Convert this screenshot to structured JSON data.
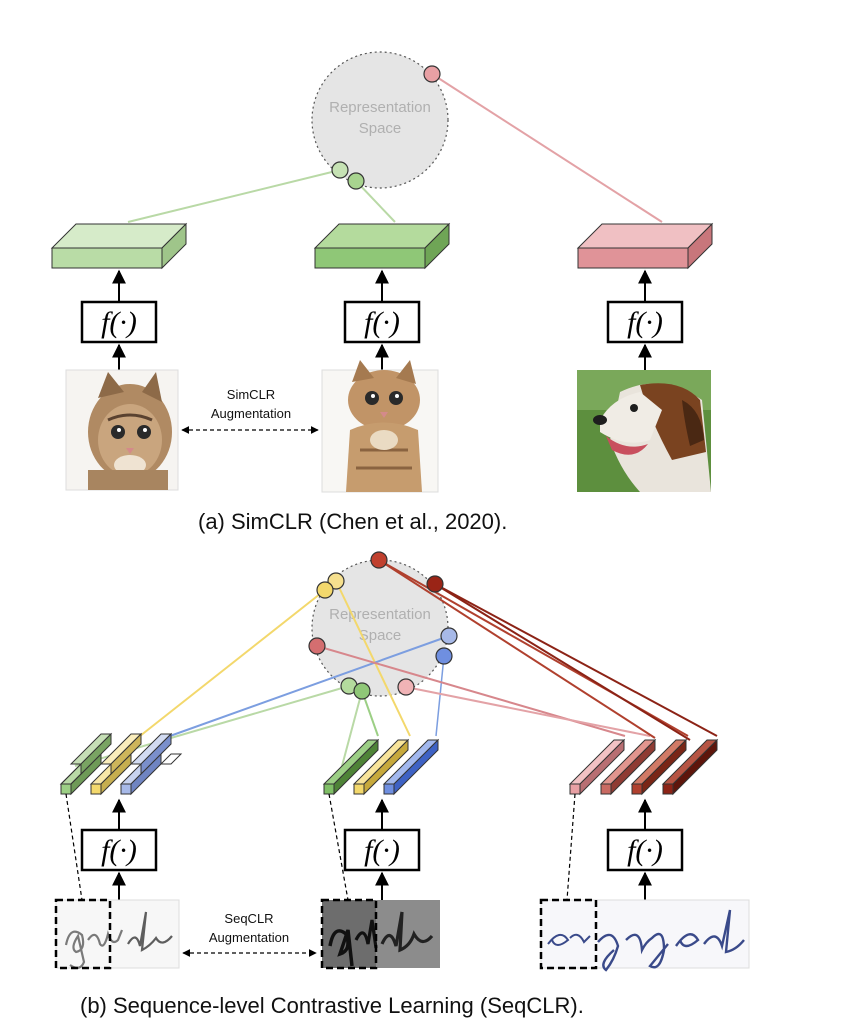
{
  "simclr": {
    "space_label_1": "Representation",
    "space_label_2": "Space",
    "augmentation_label_1": "SimCLR",
    "augmentation_label_2": "Augmentation",
    "encoder_label": "f(·)",
    "images": [
      "cat-photo",
      "cat-photo-augmented",
      "dog-photo"
    ],
    "caption": "(a) SimCLR (Chen et al., 2020)."
  },
  "seqclr": {
    "space_label_1": "Representation",
    "space_label_2": "Space",
    "augmentation_label_1": "SeqCLR",
    "augmentation_label_2": "Augmentation",
    "encoder_label": "f(·)",
    "images": [
      "handwriting-garden",
      "handwriting-garden-augmented",
      "handwriting-engaged"
    ],
    "caption": "(b) Sequence-level Contrastive Learning (SeqCLR)."
  },
  "colors": {
    "green_light": "#c6dfb6",
    "green": "#9ccf85",
    "pink": "#e8a0a4",
    "yellow": "#f6e08e",
    "blue": "#a7b9e8",
    "red": "#b0402e",
    "space_fill": "#e5e5e5"
  }
}
